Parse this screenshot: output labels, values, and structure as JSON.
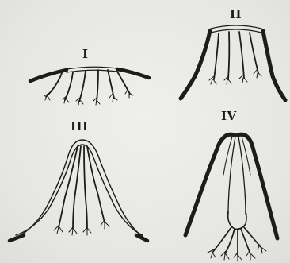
{
  "panels": [
    {
      "label": "I"
    },
    {
      "label": "II"
    },
    {
      "label": "III"
    },
    {
      "label": "IV"
    }
  ],
  "ink_color": "#1c1c1c"
}
